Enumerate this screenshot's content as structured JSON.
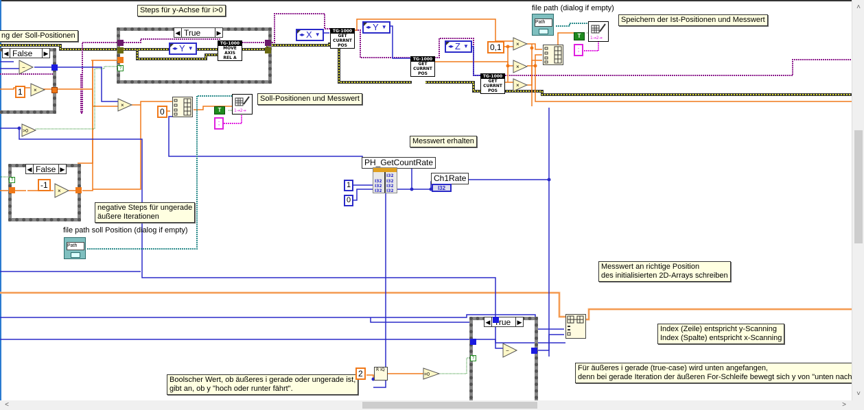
{
  "comments": {
    "steps_y": "Steps für  y-Achse für i>0",
    "soll_positionen_partial": "ng der Soll-Positionen",
    "speichern_ist": "Speichern der Ist-Positionen und Messwert",
    "soll_messwert": "Soll-Positionen und Messwert",
    "messwert_erhalten": "Messwert erhalten",
    "negative_steps_l1": "negative Steps für ungerade",
    "negative_steps_l2": "äußere Iterationen",
    "messwert_position_l1": "Messwert an richtige Position",
    "messwert_position_l2": "des initialisierten 2D-Arrays schreiben",
    "index_l1": "Index (Zeile) entspricht y-Scanning",
    "index_l2": "Index (Spalte) entspricht x-Scanning",
    "boolscher_l1": "Boolscher Wert, ob äußeres i gerade oder ungerade ist,",
    "boolscher_l2": "gibt an, ob y \"hoch oder runter fährt\".",
    "fuer_aeusseres_l1": "Für äußeres i gerade (true-case) wird unten angefangen,",
    "fuer_aeusseres_l2": "denn bei gerade Iteration der äußeren For-Schleife bewegt sich y von \"unten nach"
  },
  "labels": {
    "file_path_ist": "file path (dialog if empty)",
    "file_path_soll": "file path soll Position (dialog if empty)",
    "ph_getcountrate": "PH_GetCountRate",
    "ch1rate": "Ch1Rate",
    "ch1rate_type": "I32"
  },
  "case_structures": {
    "top_left": "False",
    "move_axis": "True",
    "negative": "False",
    "bottom": "True"
  },
  "enums": {
    "move_y": "Y",
    "get_x": "X",
    "get_y": "Y",
    "get_z": "Z"
  },
  "constants": {
    "one": "1",
    "minus_one": "-1",
    "zero_array": "0",
    "scale": "0,1",
    "ph_in_1": "1",
    "ph_in_0": "0",
    "two": "2"
  },
  "nodes": {
    "tg_header": "TG-1000",
    "move_axis": [
      "MOVE",
      "AXIS",
      "REL A"
    ],
    "get_pos": [
      "GET",
      "CURRNT",
      "POS"
    ],
    "gt0": ">0",
    "eq0": "=0",
    "multiply": "×",
    "subtract": "−",
    "quotient": "R IQ",
    "path_text": "Path",
    "bool_text": "T",
    "str_text": ";"
  },
  "scrollbars": {
    "up": "˄",
    "down": "˅",
    "left": "<",
    "right": ">"
  },
  "wire_colors": {
    "refnum": "#8b1a8b",
    "error": "#9a9a20",
    "double": "#f07818",
    "int": "#2a2ac8",
    "bool": "#1e8a1e",
    "path": "#2b8b8b",
    "string": "#e020e0"
  }
}
